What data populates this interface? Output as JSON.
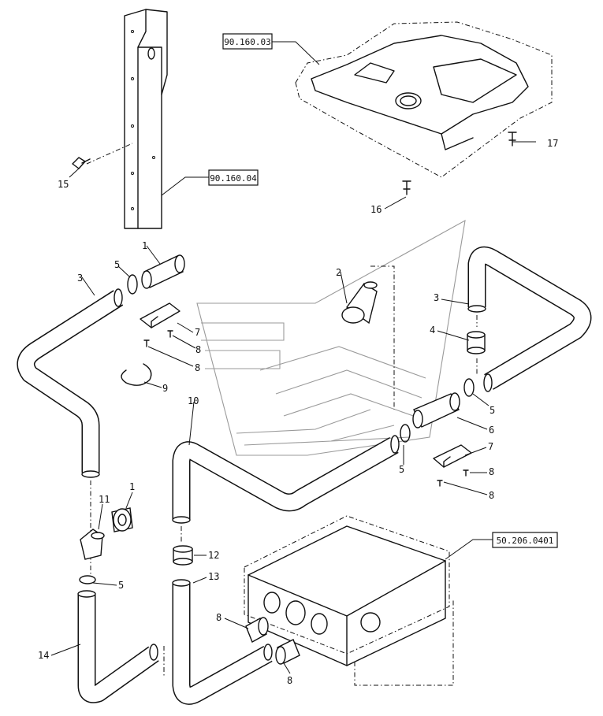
{
  "references": {
    "rear_panel": "90.160.03",
    "pillar": "90.160.04",
    "heater_box": "50.206.0401"
  },
  "callouts": {
    "c1a": "1",
    "c1b": "1",
    "c2": "2",
    "c3a": "3",
    "c3b": "3",
    "c4": "4",
    "c5a": "5",
    "c5b": "5",
    "c5c": "5",
    "c5d": "5",
    "c6": "6",
    "c7a": "7",
    "c7b": "7",
    "c8a": "8",
    "c8b": "8",
    "c8c": "8",
    "c8d": "8",
    "c8e": "8",
    "c8f": "8",
    "c9": "9",
    "c10": "10",
    "c11": "11",
    "c12": "12",
    "c13": "13",
    "c14": "14",
    "c15": "15",
    "c16": "16",
    "c17": "17"
  },
  "icons": [
    "pillar-icon",
    "panel-icon",
    "heater-box-icon",
    "hose-icon",
    "clamp-icon",
    "screw-icon",
    "watermark-logo"
  ]
}
